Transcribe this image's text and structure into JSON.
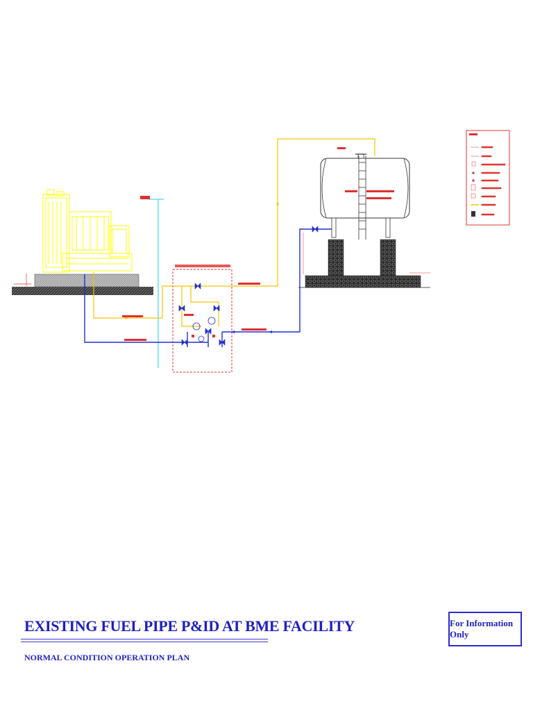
{
  "title": {
    "main": "EXISTING FUEL PIPE P&ID AT BME FACILITY",
    "sub": "NORMAL CONDITION OPERATION PLAN"
  },
  "stamp": {
    "text": "For Information Only"
  },
  "colors": {
    "supply": "#f5c400",
    "return": "#1f2fd0",
    "boundary": "#e03030",
    "vent": "#20c8e8",
    "generator": "#ffff00",
    "text": "#1f1fbf"
  },
  "icons": {
    "generator": "generator-icon",
    "tank": "fuel-tank-icon",
    "ladder": "ladder-icon",
    "valve": "valve-icon",
    "pump": "pump-icon",
    "strainer": "strainer-icon"
  }
}
